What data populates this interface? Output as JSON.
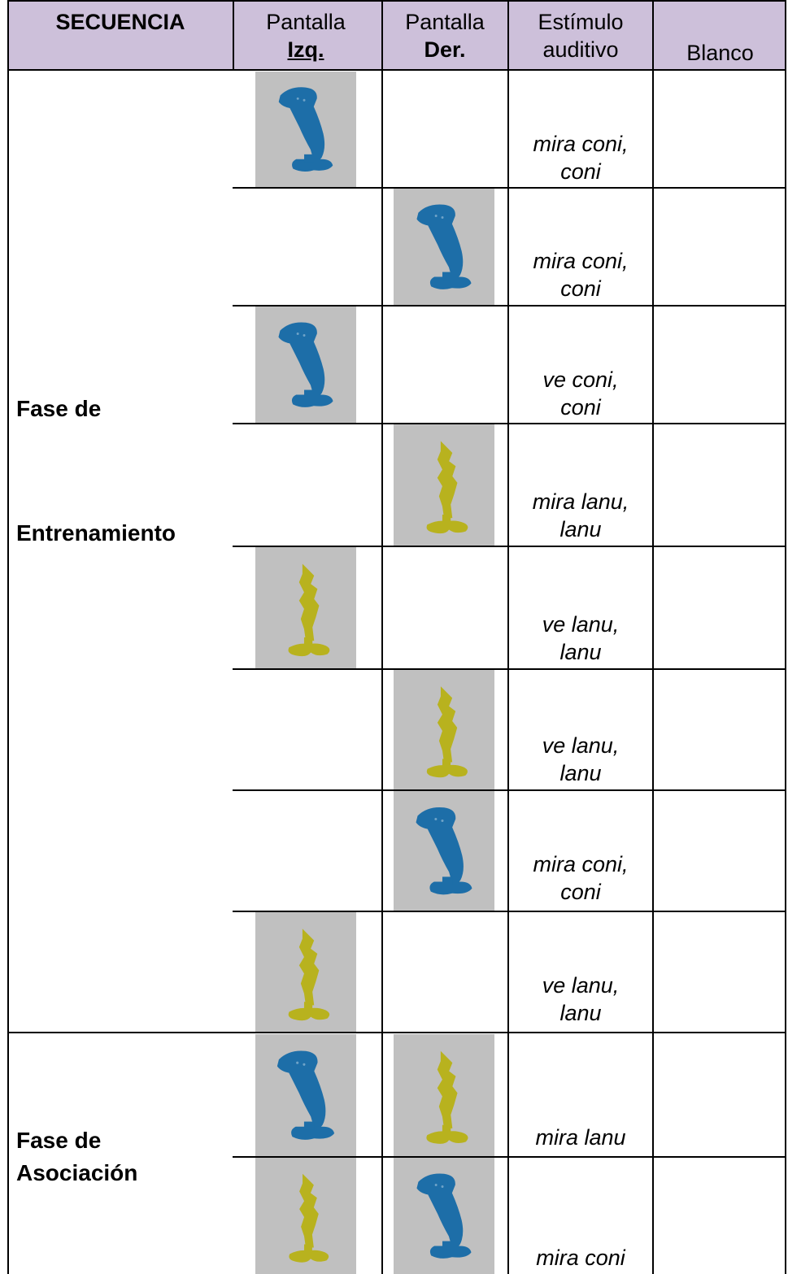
{
  "header": {
    "secuencia": "SECUENCIA",
    "izq_line1": "Pantalla",
    "izq_line2": "Izq.",
    "der_line1": "Pantalla",
    "der_line2": "Der.",
    "estimulo_line1": "Estímulo",
    "estimulo_line2": "auditivo",
    "blanco": "Blanco"
  },
  "colors": {
    "header_bg": "#cdc0da",
    "coni_blue": "#1d6ea8",
    "lanu_yellow": "#b8b21e",
    "image_bg": "#c0c0c0"
  },
  "phases": [
    {
      "line1": "Fase de",
      "line2": "Entrenamiento"
    },
    {
      "line1": "Fase de",
      "line2": "Asociación"
    }
  ],
  "rows": [
    {
      "left": "coni-figure",
      "right": "",
      "stim_line1": "mira coni,",
      "stim_line2": "coni"
    },
    {
      "left": "",
      "right": "coni-figure",
      "stim_line1": "mira coni,",
      "stim_line2": "coni"
    },
    {
      "left": "coni-figure",
      "right": "",
      "stim_line1": "ve coni,",
      "stim_line2": "coni"
    },
    {
      "left": "",
      "right": "lanu-figure",
      "stim_line1": "mira lanu,",
      "stim_line2": "lanu"
    },
    {
      "left": "lanu-figure",
      "right": "",
      "stim_line1": "ve lanu,",
      "stim_line2": "lanu"
    },
    {
      "left": "",
      "right": "lanu-figure",
      "stim_line1": "ve lanu,",
      "stim_line2": "lanu"
    },
    {
      "left": "",
      "right": "coni-figure",
      "stim_line1": "mira coni,",
      "stim_line2": "coni"
    },
    {
      "left": "lanu-figure",
      "right": "",
      "stim_line1": "ve lanu,",
      "stim_line2": "lanu"
    },
    {
      "left": "coni-figure",
      "right": "lanu-figure",
      "stim_line1": "mira lanu",
      "stim_line2": ""
    },
    {
      "left": "lanu-figure",
      "right": "coni-figure",
      "stim_line1": "mira coni",
      "stim_line2": ""
    }
  ]
}
